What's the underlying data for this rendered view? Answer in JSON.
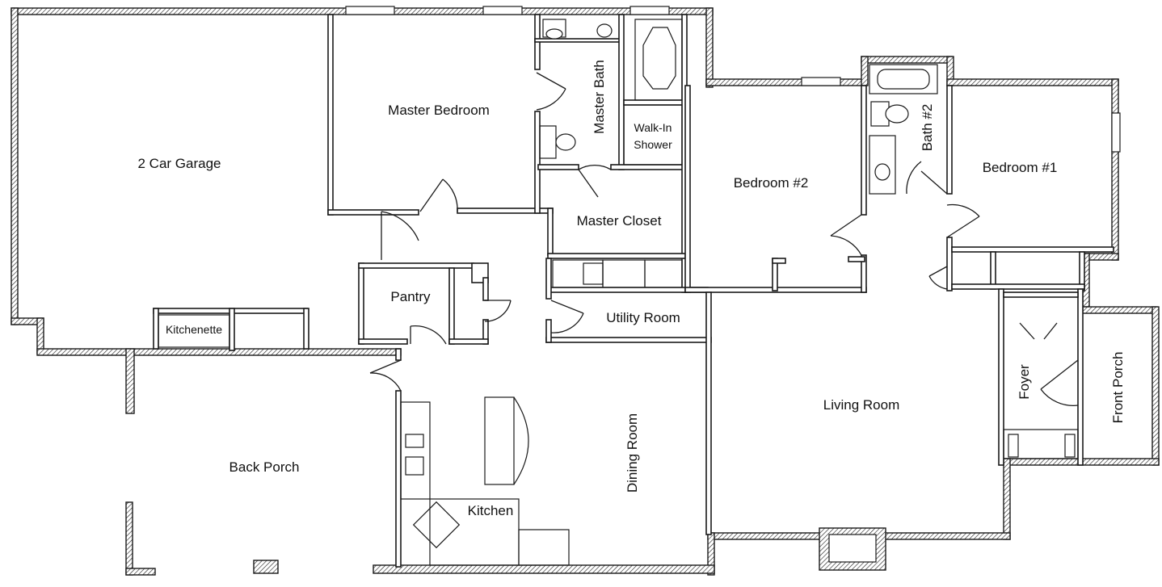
{
  "rooms": {
    "garage": "2 Car Garage",
    "master_bedroom": "Master Bedroom",
    "master_bath": "Master Bath",
    "walk_in_shower_line1": "Walk-In",
    "walk_in_shower_line2": "Shower",
    "master_closet": "Master Closet",
    "bedroom2": "Bedroom #2",
    "bath2": "Bath #2",
    "bedroom1": "Bedroom #1",
    "pantry": "Pantry",
    "utility_room": "Utility Room",
    "kitchenette": "Kitchenette",
    "dining_room": "Dining Room",
    "living_room": "Living Room",
    "foyer": "Foyer",
    "front_porch": "Front Porch",
    "back_porch": "Back Porch",
    "kitchen": "Kitchen"
  }
}
